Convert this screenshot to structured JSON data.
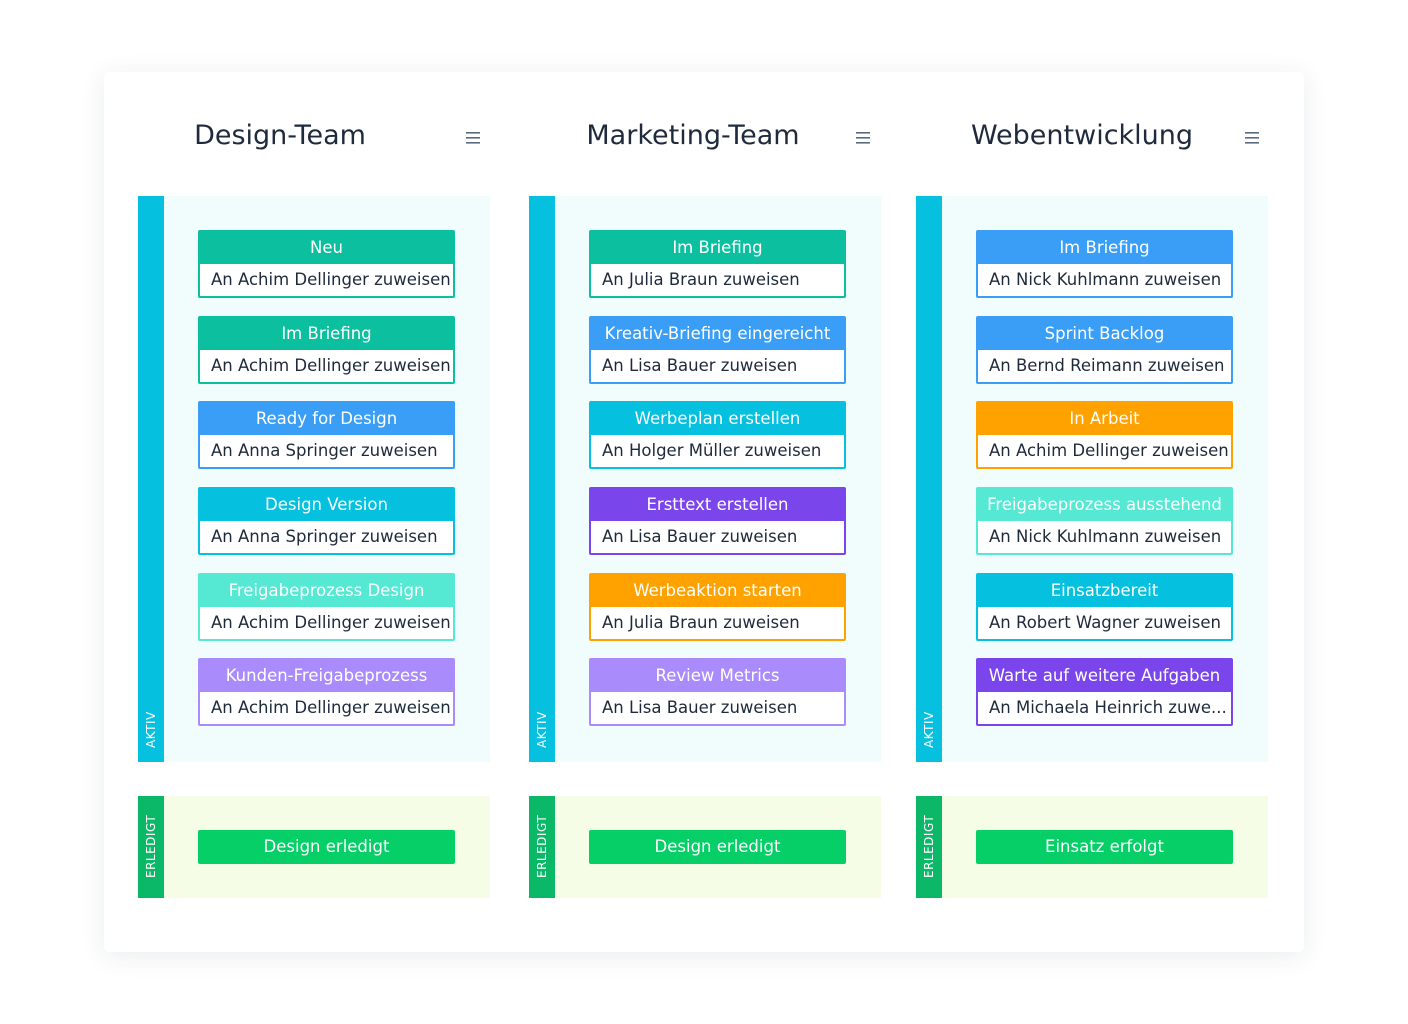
{
  "lanes": {
    "active_label": "AKTIV",
    "done_label": "ERLEDIGT"
  },
  "colors": {
    "teal": "#0bbf9f",
    "blue": "#3a9ef7",
    "mint": "#55e8d3",
    "lavender": "#a98bfb",
    "violet": "#7b45ec",
    "orange": "#ffa200",
    "cyan": "#06c0e0",
    "green": "#05cf66"
  },
  "columns": [
    {
      "title": "Design-Team",
      "menu_icon": "hamburger-menu-icon",
      "cards": [
        {
          "title": "Neu",
          "assign": "An Achim Dellinger zuweisen",
          "color": "teal"
        },
        {
          "title": "Im Briefing",
          "assign": "An Achim Dellinger zuweisen",
          "color": "teal"
        },
        {
          "title": "Ready for Design",
          "assign": "An Anna Springer zuweisen",
          "color": "blue"
        },
        {
          "title": "Design Version",
          "assign": "An Anna Springer zuweisen",
          "color": "cyan"
        },
        {
          "title": "Freigabeprozess Design",
          "assign": "An Achim Dellinger zuweisen",
          "color": "mint"
        },
        {
          "title": "Kunden-Freigabeprozess",
          "assign": "An Achim Dellinger zuweisen",
          "color": "lavender"
        }
      ],
      "done_card": "Design erledigt"
    },
    {
      "title": "Marketing-Team",
      "menu_icon": "hamburger-menu-icon",
      "cards": [
        {
          "title": "Im Briefing",
          "assign": "An Julia Braun zuweisen",
          "color": "teal"
        },
        {
          "title": "Kreativ-Briefing eingereicht",
          "assign": "An Lisa Bauer zuweisen",
          "color": "blue"
        },
        {
          "title": "Werbeplan erstellen",
          "assign": "An Holger Müller zuweisen",
          "color": "cyan"
        },
        {
          "title": "Ersttext erstellen",
          "assign": "An Lisa Bauer zuweisen",
          "color": "violet"
        },
        {
          "title": "Werbeaktion starten",
          "assign": "An Julia Braun zuweisen",
          "color": "orange"
        },
        {
          "title": "Review Metrics",
          "assign": "An Lisa Bauer zuweisen",
          "color": "lavender"
        }
      ],
      "done_card": "Design erledigt"
    },
    {
      "title": "Webentwicklung",
      "menu_icon": "hamburger-menu-icon",
      "cards": [
        {
          "title": "Im Briefing",
          "assign": "An Nick Kuhlmann zuweisen",
          "color": "blue"
        },
        {
          "title": "Sprint Backlog",
          "assign": "An Bernd Reimann zuweisen",
          "color": "blue"
        },
        {
          "title": "In Arbeit",
          "assign": "An Achim Dellinger zuweisen",
          "color": "orange"
        },
        {
          "title": "Freigabeprozess ausstehend",
          "assign": "An Nick Kuhlmann zuweisen",
          "color": "mint"
        },
        {
          "title": "Einsatzbereit",
          "assign": "An Robert Wagner zuweisen",
          "color": "cyan"
        },
        {
          "title": "Warte auf weitere Aufgaben",
          "assign": "An Michaela Heinrich zuwe...",
          "color": "violet"
        }
      ],
      "done_card": "Einsatz erfolgt"
    }
  ]
}
